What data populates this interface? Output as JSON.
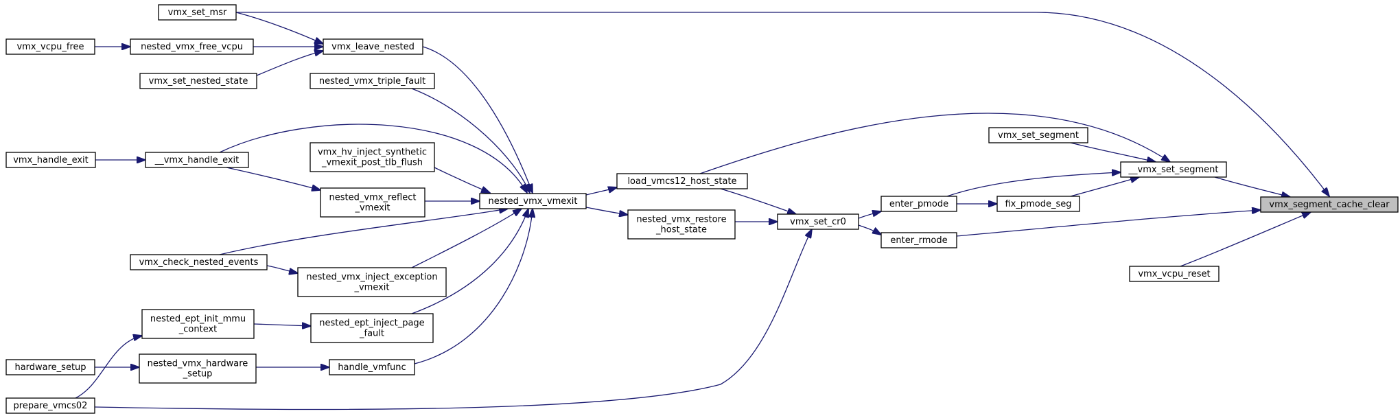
{
  "diagram": {
    "edge_color": "#191970",
    "target_fill": "#bfbfbf",
    "nodes": [
      {
        "id": "vmx_segment_cache_clear",
        "lines": [
          "vmx_segment_cache_clear"
        ],
        "highlight": true
      },
      {
        "id": "vmx_set_msr",
        "lines": [
          "vmx_set_msr"
        ]
      },
      {
        "id": "vmx_vcpu_free",
        "lines": [
          "vmx_vcpu_free"
        ]
      },
      {
        "id": "nested_vmx_free_vcpu",
        "lines": [
          "nested_vmx_free_vcpu"
        ]
      },
      {
        "id": "vmx_leave_nested",
        "lines": [
          "vmx_leave_nested"
        ]
      },
      {
        "id": "vmx_set_nested_state",
        "lines": [
          "vmx_set_nested_state"
        ]
      },
      {
        "id": "nested_vmx_triple_fault",
        "lines": [
          "nested_vmx_triple_fault"
        ]
      },
      {
        "id": "vmx_handle_exit",
        "lines": [
          "vmx_handle_exit"
        ]
      },
      {
        "id": "__vmx_handle_exit",
        "lines": [
          "__vmx_handle_exit"
        ]
      },
      {
        "id": "vmx_hv_inject",
        "lines": [
          "vmx_hv_inject_synthetic",
          "_vmexit_post_tlb_flush"
        ]
      },
      {
        "id": "nested_vmx_reflect_vmexit",
        "lines": [
          "nested_vmx_reflect",
          "_vmexit"
        ]
      },
      {
        "id": "nested_vmx_vmexit",
        "lines": [
          "nested_vmx_vmexit"
        ]
      },
      {
        "id": "vmx_check_nested_events",
        "lines": [
          "vmx_check_nested_events"
        ]
      },
      {
        "id": "nested_vmx_inject_exception_vmexit",
        "lines": [
          "nested_vmx_inject_exception",
          "_vmexit"
        ]
      },
      {
        "id": "nested_ept_init_mmu_context",
        "lines": [
          "nested_ept_init_mmu",
          "_context"
        ]
      },
      {
        "id": "nested_ept_inject_page_fault",
        "lines": [
          "nested_ept_inject_page",
          "_fault"
        ]
      },
      {
        "id": "hardware_setup",
        "lines": [
          "hardware_setup"
        ]
      },
      {
        "id": "nested_vmx_hardware_setup",
        "lines": [
          "nested_vmx_hardware",
          "_setup"
        ]
      },
      {
        "id": "handle_vmfunc",
        "lines": [
          "handle_vmfunc"
        ]
      },
      {
        "id": "prepare_vmcs02",
        "lines": [
          "prepare_vmcs02"
        ]
      },
      {
        "id": "load_vmcs12_host_state",
        "lines": [
          "load_vmcs12_host_state"
        ]
      },
      {
        "id": "nested_vmx_restore_host_state",
        "lines": [
          "nested_vmx_restore",
          "_host_state"
        ]
      },
      {
        "id": "vmx_set_cr0",
        "lines": [
          "vmx_set_cr0"
        ]
      },
      {
        "id": "enter_pmode",
        "lines": [
          "enter_pmode"
        ]
      },
      {
        "id": "enter_rmode",
        "lines": [
          "enter_rmode"
        ]
      },
      {
        "id": "fix_pmode_seg",
        "lines": [
          "fix_pmode_seg"
        ]
      },
      {
        "id": "vmx_set_segment",
        "lines": [
          "vmx_set_segment"
        ]
      },
      {
        "id": "__vmx_set_segment",
        "lines": [
          "__vmx_set_segment"
        ]
      },
      {
        "id": "vmx_vcpu_reset",
        "lines": [
          "vmx_vcpu_reset"
        ]
      }
    ],
    "edges": [
      {
        "from": "vmx_set_msr",
        "to": "vmx_segment_cache_clear"
      },
      {
        "from": "vmx_vcpu_free",
        "to": "nested_vmx_free_vcpu"
      },
      {
        "from": "nested_vmx_free_vcpu",
        "to": "vmx_leave_nested"
      },
      {
        "from": "vmx_set_msr",
        "to": "vmx_leave_nested"
      },
      {
        "from": "vmx_set_nested_state",
        "to": "vmx_leave_nested"
      },
      {
        "from": "vmx_leave_nested",
        "to": "nested_vmx_vmexit"
      },
      {
        "from": "nested_vmx_triple_fault",
        "to": "nested_vmx_vmexit"
      },
      {
        "from": "__vmx_handle_exit",
        "to": "nested_vmx_vmexit"
      },
      {
        "from": "vmx_handle_exit",
        "to": "__vmx_handle_exit"
      },
      {
        "from": "__vmx_handle_exit",
        "to": "nested_vmx_reflect_vmexit"
      },
      {
        "from": "vmx_hv_inject",
        "to": "nested_vmx_vmexit"
      },
      {
        "from": "nested_vmx_reflect_vmexit",
        "to": "nested_vmx_vmexit"
      },
      {
        "from": "vmx_check_nested_events",
        "to": "nested_vmx_vmexit"
      },
      {
        "from": "vmx_check_nested_events",
        "to": "nested_vmx_inject_exception_vmexit"
      },
      {
        "from": "nested_vmx_inject_exception_vmexit",
        "to": "nested_vmx_vmexit"
      },
      {
        "from": "nested_ept_init_mmu_context",
        "to": "nested_ept_inject_page_fault"
      },
      {
        "from": "nested_ept_inject_page_fault",
        "to": "nested_vmx_vmexit"
      },
      {
        "from": "prepare_vmcs02",
        "to": "nested_ept_init_mmu_context"
      },
      {
        "from": "hardware_setup",
        "to": "nested_vmx_hardware_setup"
      },
      {
        "from": "nested_vmx_hardware_setup",
        "to": "handle_vmfunc"
      },
      {
        "from": "handle_vmfunc",
        "to": "nested_vmx_vmexit"
      },
      {
        "from": "nested_vmx_vmexit",
        "to": "load_vmcs12_host_state"
      },
      {
        "from": "nested_vmx_vmexit",
        "to": "nested_vmx_restore_host_state"
      },
      {
        "from": "load_vmcs12_host_state",
        "to": "vmx_set_cr0"
      },
      {
        "from": "nested_vmx_restore_host_state",
        "to": "vmx_set_cr0"
      },
      {
        "from": "prepare_vmcs02",
        "to": "vmx_set_cr0"
      },
      {
        "from": "vmx_set_cr0",
        "to": "enter_pmode"
      },
      {
        "from": "vmx_set_cr0",
        "to": "enter_rmode"
      },
      {
        "from": "enter_pmode",
        "to": "fix_pmode_seg"
      },
      {
        "from": "load_vmcs12_host_state",
        "to": "__vmx_set_segment"
      },
      {
        "from": "vmx_set_segment",
        "to": "__vmx_set_segment"
      },
      {
        "from": "enter_pmode",
        "to": "__vmx_set_segment"
      },
      {
        "from": "fix_pmode_seg",
        "to": "__vmx_set_segment"
      },
      {
        "from": "__vmx_set_segment",
        "to": "vmx_segment_cache_clear"
      },
      {
        "from": "enter_rmode",
        "to": "vmx_segment_cache_clear"
      },
      {
        "from": "vmx_vcpu_reset",
        "to": "vmx_segment_cache_clear"
      }
    ]
  }
}
